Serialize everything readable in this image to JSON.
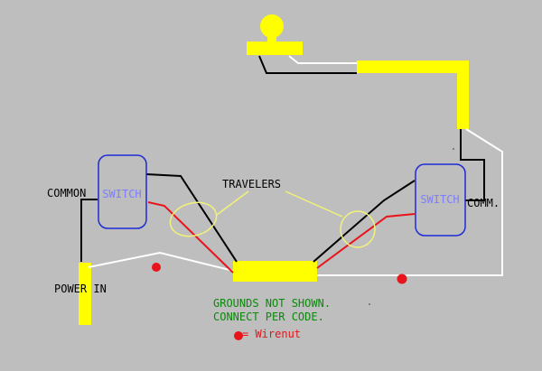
{
  "labels": {
    "common": "COMMON",
    "switch_left": "SWITCH",
    "switch_right": "SWITCH",
    "comm": "COMM.",
    "travelers": "TRAVELERS",
    "power_in": "POWER IN",
    "note_line1": "GROUNDS NOT SHOWN.",
    "note_line2": "CONNECT PER CODE.",
    "legend_wirenut": "= Wirenut"
  },
  "colors": {
    "background": "#bebebe",
    "hot": "#000000",
    "neutral": "#ffffff",
    "traveler": "#e8141b",
    "cable": "#ffff00",
    "switch_outline": "#1b2bd6",
    "switch_text": "#7d7dff",
    "travelers_circle": "#f2f27a",
    "note_text": "#0a8a0a",
    "legend_text": "#e8141b"
  },
  "icons": {
    "light_fixture": "light-bulb-icon",
    "wirenut": "wirenut-dot-icon"
  }
}
